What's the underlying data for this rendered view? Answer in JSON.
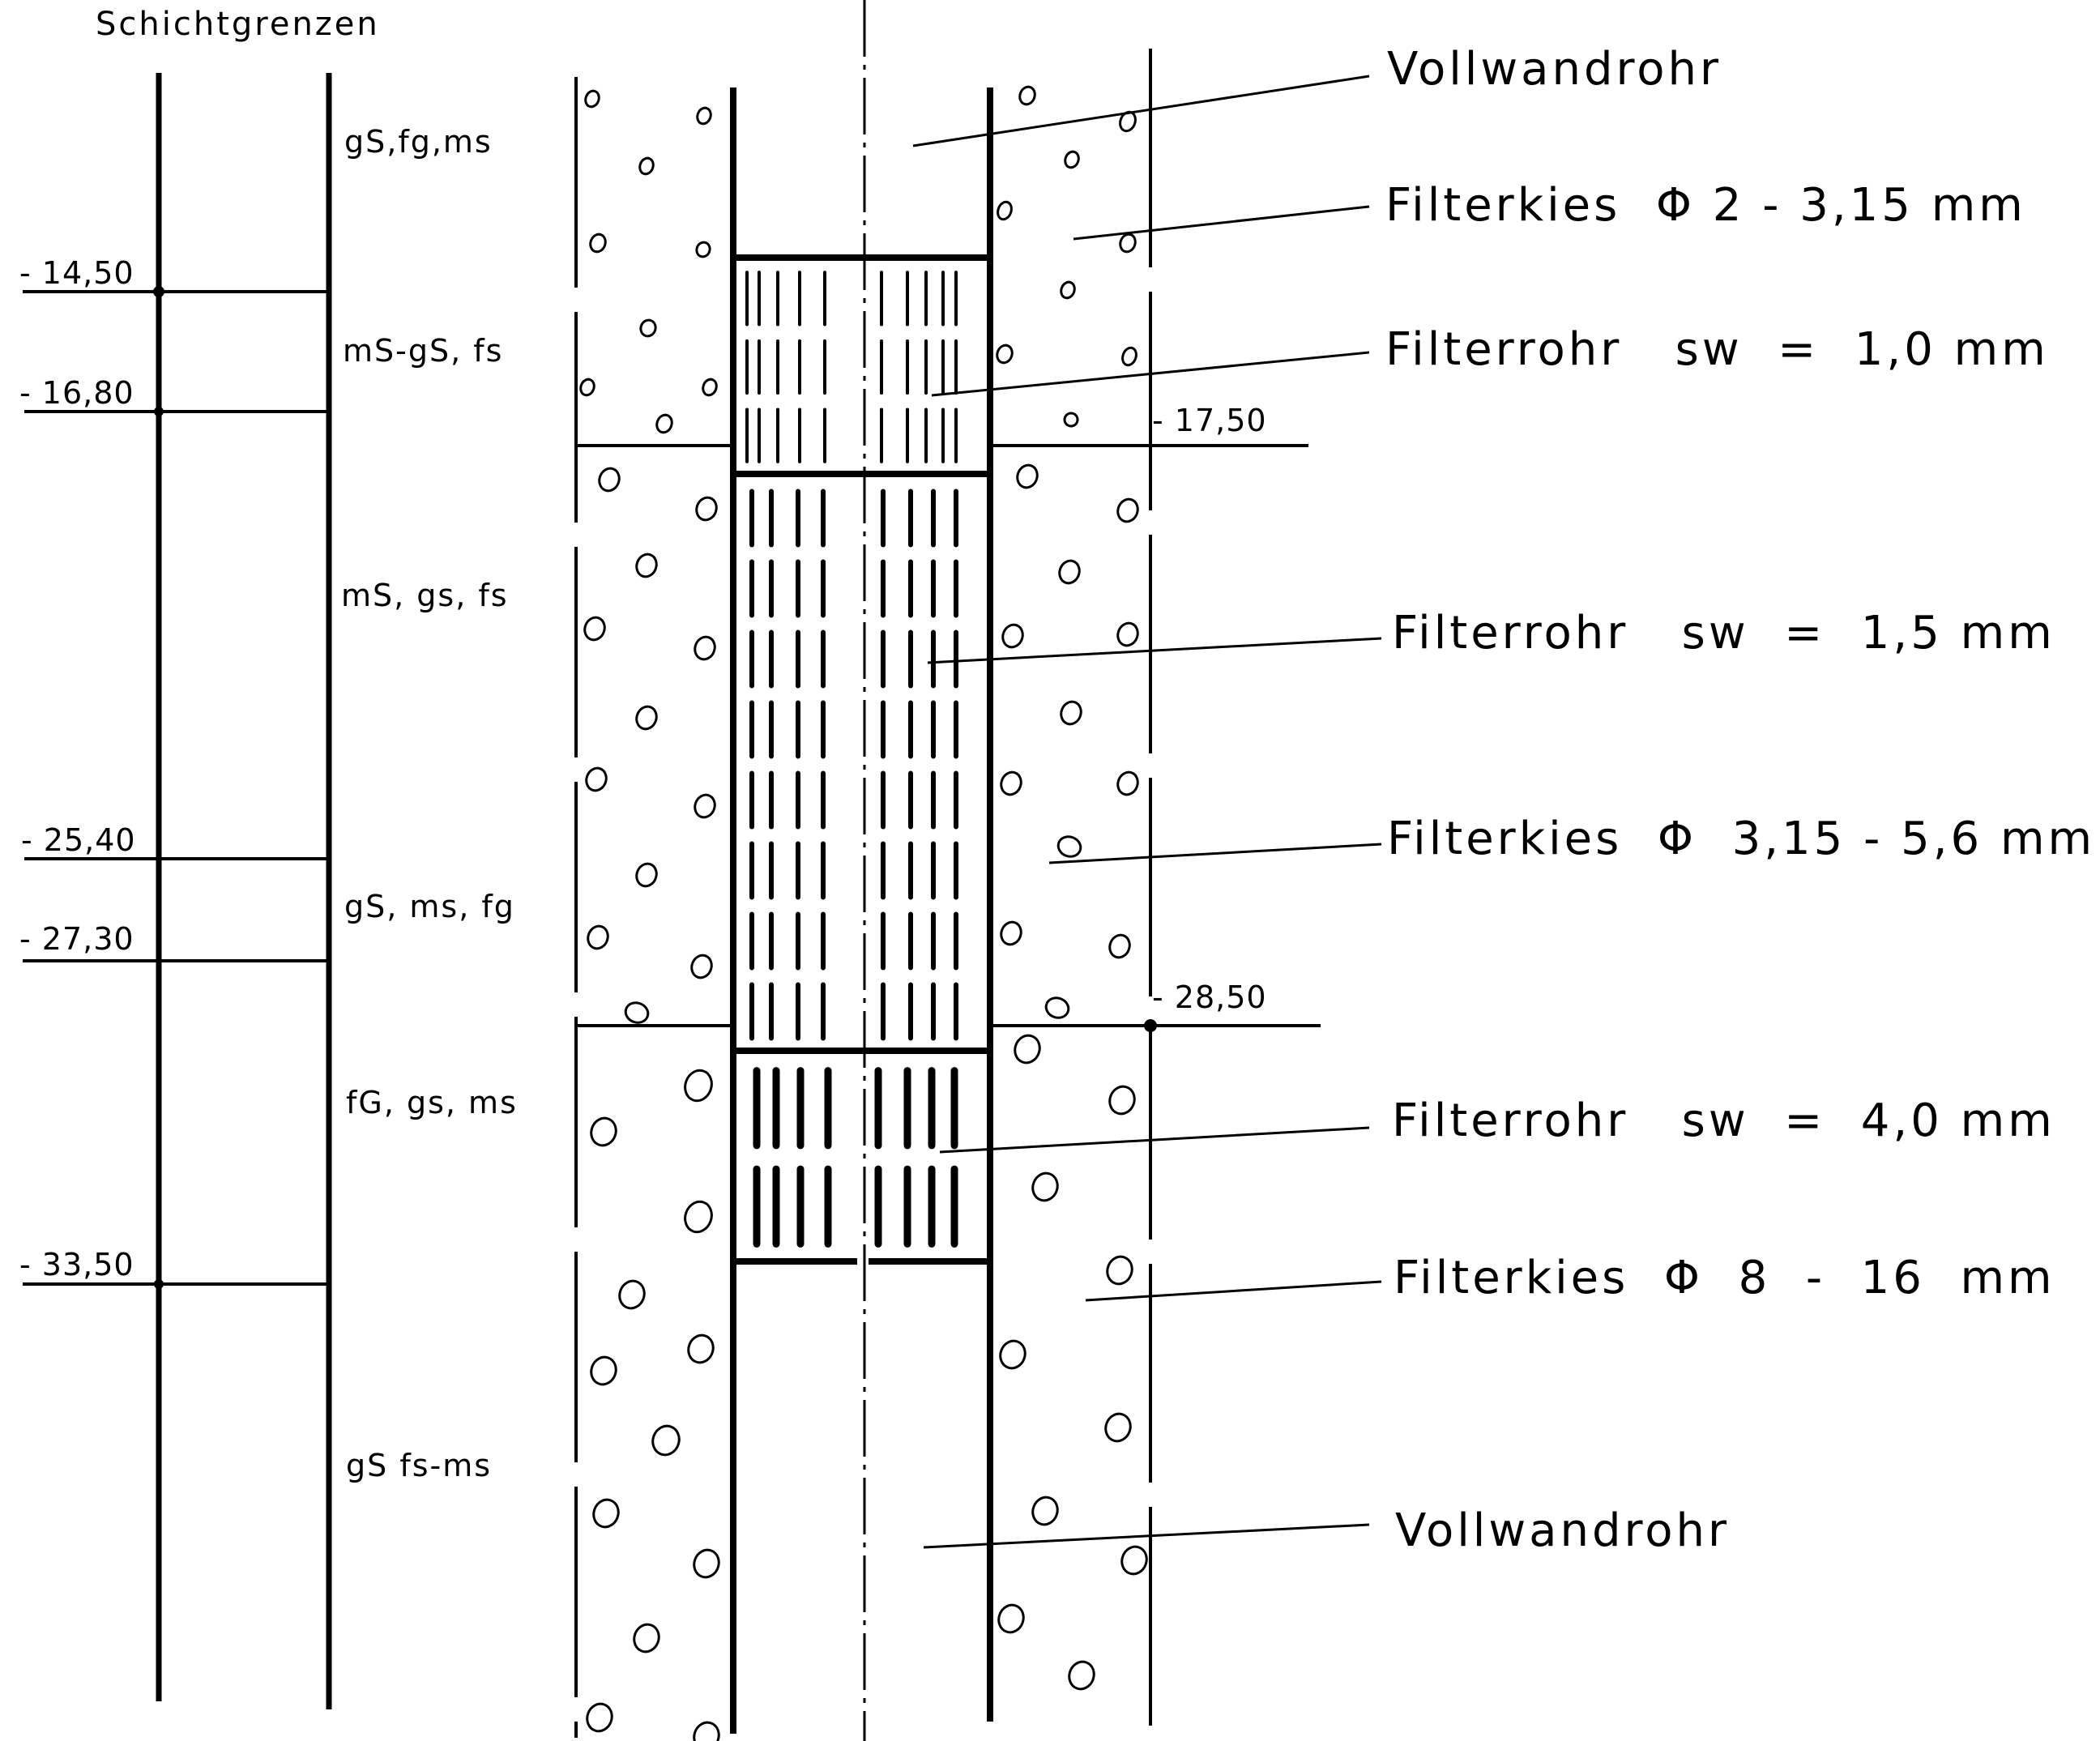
{
  "drawing": {
    "title": "Schichtgrenzen",
    "stroke_color": "#000000",
    "background": "#ffffff"
  },
  "soil_profile": {
    "boundaries": [
      {
        "depth": "- 14,50",
        "value": -14.5
      },
      {
        "depth": "- 16,80",
        "value": -16.8
      },
      {
        "depth": "- 25,40",
        "value": -25.4
      },
      {
        "depth": "- 27,30",
        "value": -27.3
      },
      {
        "depth": "- 33,50",
        "value": -33.5
      }
    ],
    "layers": [
      {
        "label": "gS,fg,ms"
      },
      {
        "label": "mS-gS, fs"
      },
      {
        "label": "mS, gs, fs"
      },
      {
        "label": "gS, ms, fg"
      },
      {
        "label": "fG, gs, ms"
      },
      {
        "label": "gS fs-ms"
      }
    ]
  },
  "well": {
    "gravel_boundaries": [
      {
        "depth": "- 17,50",
        "value": -17.5
      },
      {
        "depth": "- 28,50",
        "value": -28.5
      }
    ],
    "callouts": [
      {
        "text": "Vollwandrohr",
        "component": "casing-top"
      },
      {
        "text": "Filterkies  Φ 2 - 3,15 mm",
        "component": "gravel-1"
      },
      {
        "text": "Filterrohr   sw  =  1,0 mm",
        "component": "screen-1"
      },
      {
        "text": "Filterrohr   sw  =  1,5 mm",
        "component": "screen-2"
      },
      {
        "text": "Filterkies  Φ  3,15 - 5,6 mm",
        "component": "gravel-2"
      },
      {
        "text": "Filterrohr   sw  =  4,0 mm",
        "component": "screen-3"
      },
      {
        "text": "Filterkies  Φ  8  -  16  mm",
        "component": "gravel-3"
      },
      {
        "text": "Vollwandrohr",
        "component": "casing-bottom"
      }
    ]
  }
}
